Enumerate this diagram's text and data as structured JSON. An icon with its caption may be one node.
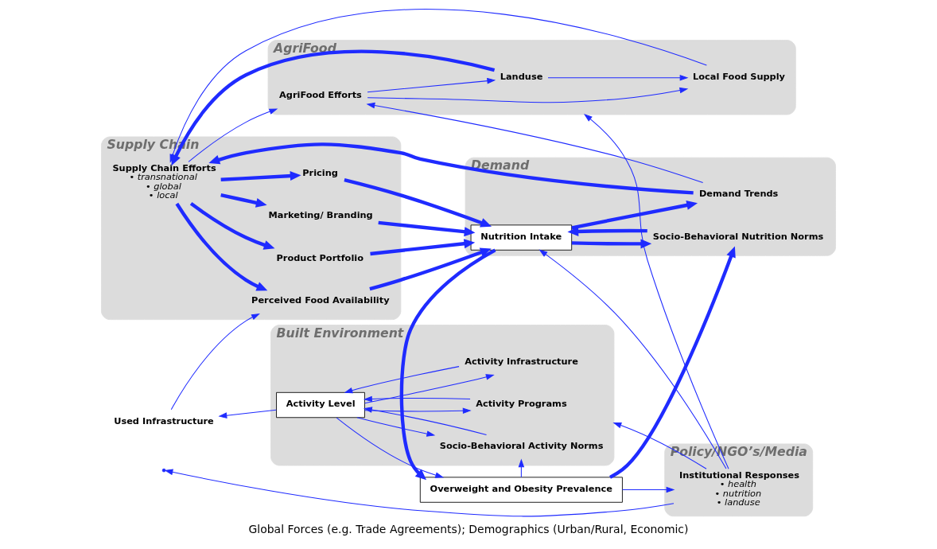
{
  "diagram": {
    "caption": "Global Forces (e.g. Trade Agreements); Demographics (Urban/Rural, Economic)",
    "nodes": [
      {
        "text": [
          "Supply Chain"
        ]
      },
      {
        "text": [
          "Perceived Food Availability"
        ],
        "in": 0
      },
      {
        "text": [
          "Product Portfolio"
        ],
        "in": 0
      },
      {
        "text": [
          "Marketing/ Branding"
        ],
        "in": 0
      },
      {
        "text": [
          "Pricing"
        ],
        "in": 0
      },
      {
        "text": [
          "Supply Chain Efforts",
          "• transnational",
          "• global",
          "• local"
        ],
        "in": 0
      },
      {
        "text": [
          "Demand"
        ]
      },
      {
        "text": [
          "Nutrition Intake"
        ],
        "in": 6
      },
      {
        "text": [
          "Socio-Behavioral Nutrition Norms"
        ],
        "in": 6
      },
      {
        "text": [
          "Demand Trends"
        ],
        "in": 6
      },
      {
        "text": [
          "Overweight and Obesity Prevalence"
        ]
      },
      {
        "text": [
          "Policy/NGO’s/Media"
        ]
      },
      {
        "text": [
          "Institutional Responses",
          "• health",
          "• nutrition",
          "• landuse"
        ],
        "in": 11
      },
      {
        "text": [
          "AgriFood"
        ]
      },
      {
        "text": [
          "Local Food Supply"
        ],
        "in": 13
      },
      {
        "text": [
          "Landuse"
        ],
        "in": 13
      },
      {
        "text": [
          "AgriFood Efforts"
        ],
        "in": 13
      },
      {
        "text": [
          "Used Infrastructure"
        ]
      },
      {
        "text": [
          "Built Environment"
        ]
      },
      {
        "text": [
          "Activity Level"
        ],
        "in": 18
      },
      {
        "text": [
          "Socio-Behavioral Activity Norms"
        ],
        "in": 18
      },
      {
        "text": [
          "Activity Programs"
        ],
        "in": 18
      },
      {
        "text": [
          "Activity Infrastructure"
        ],
        "in": 18
      }
    ],
    "edges": [
      {
        "from": 1,
        "to": 7,
        "arrow": "to",
        "style": "thick"
      },
      {
        "from": 2,
        "to": 7,
        "arrow": "to",
        "style": "thick"
      },
      {
        "from": 3,
        "to": 7,
        "arrow": "to",
        "style": "thick"
      },
      {
        "from": 4,
        "to": 7,
        "arrow": "to",
        "style": "thick"
      },
      {
        "from": 5,
        "to": 1,
        "arrow": "to",
        "style": "thick"
      },
      {
        "from": 5,
        "to": 2,
        "arrow": "to",
        "style": "thick"
      },
      {
        "from": 5,
        "to": 3,
        "arrow": "to",
        "style": "thick"
      },
      {
        "from": 5,
        "to": 4,
        "arrow": "to",
        "style": "thick"
      },
      {
        "from": 8,
        "to": 7,
        "arrow": "to",
        "style": "thick"
      },
      {
        "from": 7,
        "to": 8,
        "arrow": "to",
        "style": "thick"
      },
      {
        "from": 7,
        "to": 9,
        "arrow": "to",
        "style": "thick"
      },
      {
        "from": 7,
        "to": 10,
        "arrow": "to",
        "style": "thick"
      },
      {
        "from": 10,
        "to": 8,
        "arrow": "to",
        "style": "thick"
      },
      {
        "from": 9,
        "to": 5,
        "arrow": "to",
        "style": "thick"
      },
      {
        "from": 9,
        "to": 16,
        "arrow": "to"
      },
      {
        "from": 5,
        "to": 16,
        "arrow": "to"
      },
      {
        "from": 15,
        "to": 5,
        "arrow": "to",
        "style": "thick"
      },
      {
        "from": 14,
        "to": 5,
        "arrow": "to"
      },
      {
        "from": 15,
        "to": 14,
        "arrow": "to"
      },
      {
        "from": 16,
        "to": 15,
        "arrow": "to"
      },
      {
        "from": 16,
        "to": 14,
        "arrow": "to"
      },
      {
        "from": 17,
        "to": 1,
        "arrow": "to"
      },
      {
        "from": 19,
        "to": 17,
        "arrow": "to"
      },
      {
        "from": 19,
        "to": 10,
        "arrow": "to"
      },
      {
        "from": 19,
        "to": 20,
        "arrow": "to"
      },
      {
        "from": 10,
        "to": 20,
        "arrow": "to"
      },
      {
        "from": 20,
        "to": 19,
        "arrow": "to"
      },
      {
        "from": 19,
        "to": 21,
        "arrow": "to"
      },
      {
        "from": 19,
        "to": 22,
        "arrow": "to"
      },
      {
        "from": 21,
        "to": 19,
        "arrow": "to"
      },
      {
        "from": 22,
        "to": 19,
        "arrow": "to"
      },
      {
        "from": 10,
        "to": 12,
        "arrow": "to"
      },
      {
        "from": 12,
        "to": null,
        "arrow": "to"
      },
      {
        "from": 12,
        "to": 7,
        "arrow": "to"
      },
      {
        "from": 12,
        "to": 18,
        "arrow": "to"
      },
      {
        "from": 12,
        "to": 13,
        "arrow": "to"
      }
    ]
  }
}
